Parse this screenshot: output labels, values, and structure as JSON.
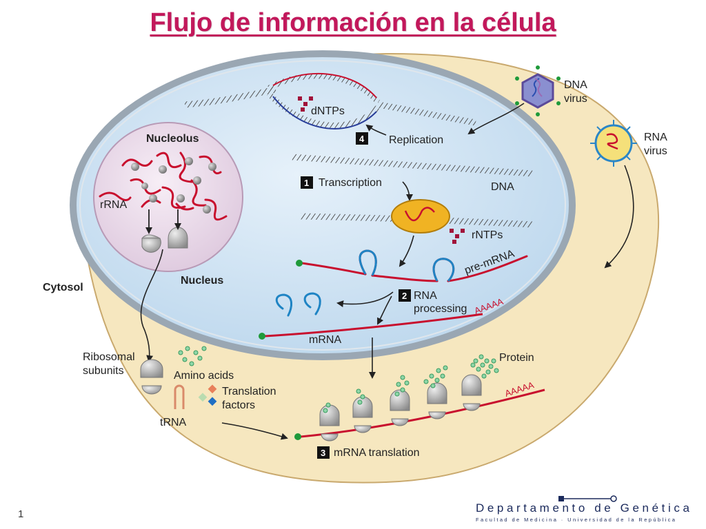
{
  "title": "Flujo de información en la célula",
  "page_number": "1",
  "labels": {
    "dna_virus": [
      "DNA",
      "virus"
    ],
    "rna_virus": [
      "RNA",
      "virus"
    ],
    "nucleolus": "Nucleolus",
    "rrna": "rRNA",
    "nucleus": "Nucleus",
    "cytosol": "Cytosol",
    "dntps": "dNTPs",
    "dna": "DNA",
    "rntps": "rNTPs",
    "pre_mrna": "pre-mRNA",
    "mrna": "mRNA",
    "aaaaa_1": "AAAAA",
    "aaaaa_2": "AAAAA",
    "ribosomal_subunits": [
      "Ribosomal",
      "subunits"
    ],
    "amino_acids": "Amino acids",
    "translation_factors": [
      "Translation",
      "factors"
    ],
    "trna": "tRNA",
    "protein": "Protein"
  },
  "steps": {
    "replication": {
      "number": "4",
      "label": "Replication"
    },
    "transcription": {
      "number": "1",
      "label": "Transcription"
    },
    "processing": {
      "number": "2",
      "label": [
        "RNA",
        "processing"
      ]
    },
    "translation": {
      "number": "3",
      "label": "mRNA translation"
    }
  },
  "footer": {
    "department": "Departamento de Genética",
    "subtitle": "Facultad de Medicina · Universidad de la República"
  },
  "colors": {
    "title": "#c2185b",
    "cytosol": "#f6e7bf",
    "nucleus": "#cfe3f3",
    "nucleolus": "#eddcec",
    "rna": "#c8102e",
    "ribosome": "#b8b8b8",
    "polymerase": "#f0b323",
    "amino_acid": "#8fd6a8",
    "dept": "#1b2a5c"
  }
}
